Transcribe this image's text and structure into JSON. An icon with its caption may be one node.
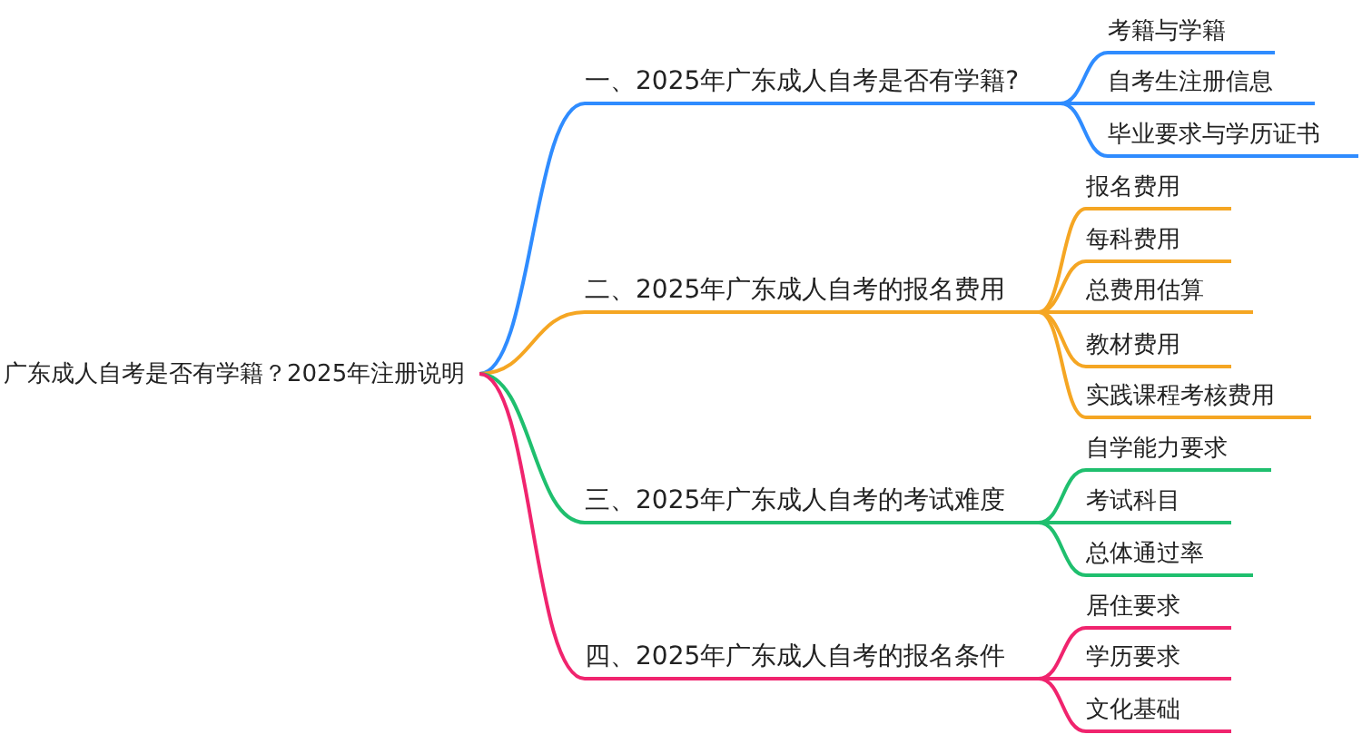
{
  "diagram": {
    "nodes": [
      {
        "text": [
          "广东成人自考是否有学籍？2025年注册说明"
        ]
      },
      {
        "text": [
          "一、2025年广东成人自考是否有学籍?"
        ]
      },
      {
        "text": [
          "考籍与学籍"
        ]
      },
      {
        "text": [
          "自考生注册信息"
        ]
      },
      {
        "text": [
          "毕业要求与学历证书"
        ]
      },
      {
        "text": [
          "二、2025年广东成人自考的报名费用"
        ]
      },
      {
        "text": [
          "报名费用"
        ]
      },
      {
        "text": [
          "每科费用"
        ]
      },
      {
        "text": [
          "总费用估算"
        ]
      },
      {
        "text": [
          "教材费用"
        ]
      },
      {
        "text": [
          "实践课程考核费用"
        ]
      },
      {
        "text": [
          "三、2025年广东成人自考的考试难度"
        ]
      },
      {
        "text": [
          "自学能力要求"
        ]
      },
      {
        "text": [
          "考试科目"
        ]
      },
      {
        "text": [
          "总体通过率"
        ]
      },
      {
        "text": [
          "四、2025年广东成人自考的报名条件"
        ]
      },
      {
        "text": [
          "居住要求"
        ]
      },
      {
        "text": [
          "学历要求"
        ]
      },
      {
        "text": [
          "文化基础"
        ]
      }
    ],
    "edges": [
      {
        "from": 0,
        "to": 1,
        "arrow": "none",
        "color": "#2f8cff"
      },
      {
        "from": 1,
        "to": 2,
        "arrow": "none",
        "color": "#2f8cff"
      },
      {
        "from": 1,
        "to": 3,
        "arrow": "none",
        "color": "#2f8cff"
      },
      {
        "from": 1,
        "to": 4,
        "arrow": "none",
        "color": "#2f8cff"
      },
      {
        "from": 0,
        "to": 5,
        "arrow": "none",
        "color": "#f5a623"
      },
      {
        "from": 5,
        "to": 6,
        "arrow": "none",
        "color": "#f5a623"
      },
      {
        "from": 5,
        "to": 7,
        "arrow": "none",
        "color": "#f5a623"
      },
      {
        "from": 5,
        "to": 8,
        "arrow": "none",
        "color": "#f5a623"
      },
      {
        "from": 5,
        "to": 9,
        "arrow": "none",
        "color": "#f5a623"
      },
      {
        "from": 5,
        "to": 10,
        "arrow": "none",
        "color": "#f5a623"
      },
      {
        "from": 0,
        "to": 11,
        "arrow": "none",
        "color": "#1fbf6e"
      },
      {
        "from": 11,
        "to": 12,
        "arrow": "none",
        "color": "#1fbf6e"
      },
      {
        "from": 11,
        "to": 13,
        "arrow": "none",
        "color": "#1fbf6e"
      },
      {
        "from": 11,
        "to": 14,
        "arrow": "none",
        "color": "#1fbf6e"
      },
      {
        "from": 0,
        "to": 15,
        "arrow": "none",
        "color": "#f0246e"
      },
      {
        "from": 15,
        "to": 16,
        "arrow": "none",
        "color": "#f0246e"
      },
      {
        "from": 15,
        "to": 17,
        "arrow": "none",
        "color": "#f0246e"
      },
      {
        "from": 15,
        "to": 18,
        "arrow": "none",
        "color": "#f0246e"
      }
    ]
  }
}
